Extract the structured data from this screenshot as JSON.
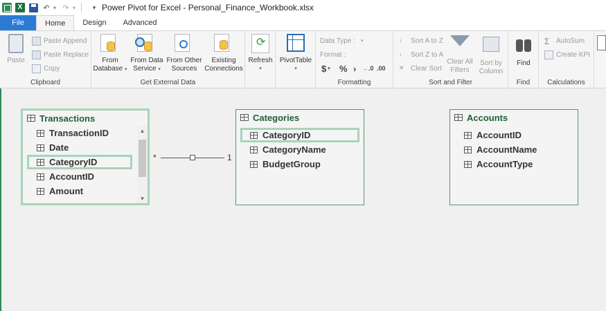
{
  "window": {
    "title": "Power Pivot for Excel - Personal_Finance_Workbook.xlsx"
  },
  "tabs": [
    {
      "label": "File"
    },
    {
      "label": "Home"
    },
    {
      "label": "Design"
    },
    {
      "label": "Advanced"
    }
  ],
  "ribbon": {
    "clipboard": {
      "label": "Clipboard",
      "paste": "Paste",
      "paste_append": "Paste Append",
      "paste_replace": "Paste Replace",
      "copy": "Copy"
    },
    "external_data": {
      "label": "Get External Data",
      "from_database": [
        "From",
        "Database"
      ],
      "from_data_service": [
        "From Data",
        "Service"
      ],
      "from_other_sources": [
        "From Other",
        "Sources"
      ],
      "existing_connections": [
        "Existing",
        "Connections"
      ]
    },
    "refresh": {
      "label": "Refresh"
    },
    "pivottable": {
      "label": "PivotTable"
    },
    "formatting": {
      "label": "Formatting",
      "data_type": "Data Type :",
      "format": "Format :",
      "currency": "$",
      "percent": "%",
      "comma": "›",
      "inc_decimal": ".0",
      "dec_decimal": ".00"
    },
    "sort_filter": {
      "label": "Sort and Filter",
      "sort_az": "Sort A to Z",
      "sort_za": "Sort Z to A",
      "clear_sort": "Clear Sort",
      "clear_all_filters": [
        "Clear All",
        "Filters"
      ],
      "sort_by_column": [
        "Sort by",
        "Column"
      ]
    },
    "find": {
      "label": "Find",
      "button": "Find"
    },
    "calculations": {
      "label": "Calculations",
      "autosum": "AutoSum",
      "create_kpi": "Create KPI"
    }
  },
  "diagram": {
    "tables": [
      {
        "name": "Transactions",
        "fields": [
          "TransactionID",
          "Date",
          "CategoryID",
          "AccountID",
          "Amount"
        ]
      },
      {
        "name": "Categories",
        "fields": [
          "CategoryID",
          "CategoryName",
          "BudgetGroup"
        ]
      },
      {
        "name": "Accounts",
        "fields": [
          "AccountID",
          "AccountName",
          "AccountType"
        ]
      }
    ],
    "relationship": {
      "many": "*",
      "one": "1"
    }
  }
}
